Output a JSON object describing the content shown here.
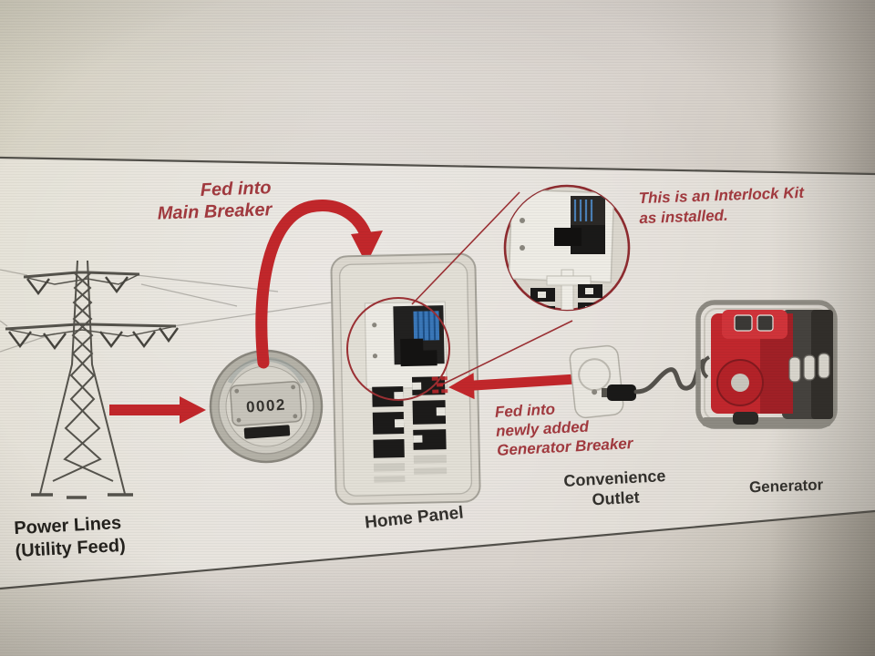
{
  "labels": {
    "fed_main": {
      "l1": "Fed into",
      "l2": "Main Breaker"
    },
    "interlock_note": {
      "l1": "This is an Interlock Kit",
      "l2": "as installed."
    },
    "fed_generator": {
      "l1": "Fed into",
      "l2": "newly added",
      "l3": "Generator Breaker"
    },
    "convenience_outlet": {
      "l1": "Convenience",
      "l2": "Outlet"
    },
    "generator": "Generator",
    "home_panel": "Home Panel",
    "power_lines": {
      "l1": "Power Lines",
      "l2": "(Utility Feed)"
    }
  },
  "meter": {
    "display": "0002"
  },
  "colors": {
    "arrow_red": "#c2272b",
    "label_red": "#a23a3f",
    "label_dark": "#33312d",
    "magnifier_border": "#8e2b2f",
    "panel_fill": "#dcd8cf",
    "breaker_black": "#1c1b1a",
    "breaker_blue": "#3a77b8",
    "generator_red": "#c1272d",
    "screen_background": "#d9d4c9"
  }
}
